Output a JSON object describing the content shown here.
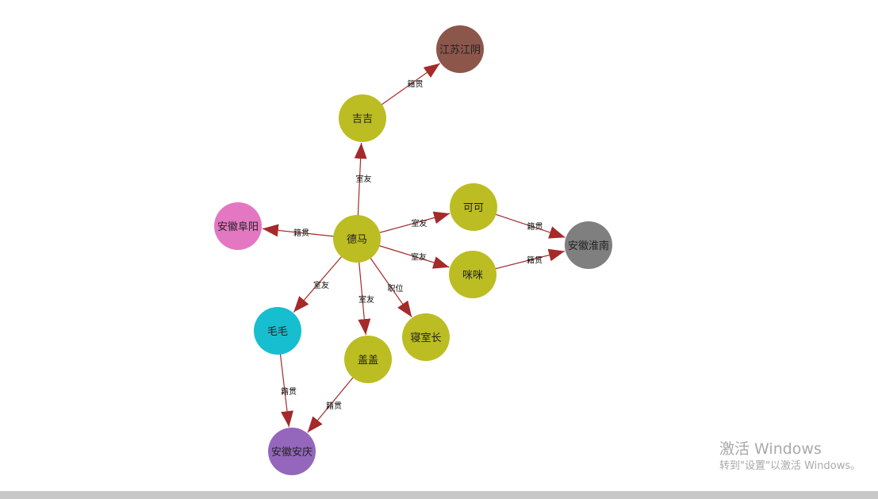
{
  "graph": {
    "edge_color": "#a52a2a",
    "nodes": [
      {
        "id": "jiangyin",
        "label": "江苏江阴",
        "color": "#8c564b"
      },
      {
        "id": "jiji",
        "label": "吉吉",
        "color": "#bcbd22"
      },
      {
        "id": "keke",
        "label": "可可",
        "color": "#bcbd22"
      },
      {
        "id": "huainan",
        "label": "安徽淮南",
        "color": "#7f7f7f"
      },
      {
        "id": "fuyang",
        "label": "安徽阜阳",
        "color": "#e377c2"
      },
      {
        "id": "dema",
        "label": "德马",
        "color": "#bcbd22"
      },
      {
        "id": "mimi",
        "label": "咪咪",
        "color": "#bcbd22"
      },
      {
        "id": "maomao",
        "label": "毛毛",
        "color": "#17becf"
      },
      {
        "id": "qinshizhang",
        "label": "寝室长",
        "color": "#bcbd22"
      },
      {
        "id": "gaigai",
        "label": "盖盖",
        "color": "#bcbd22"
      },
      {
        "id": "anqing",
        "label": "安徽安庆",
        "color": "#9467bd"
      }
    ],
    "edges": [
      {
        "source": "jiji",
        "target": "jiangyin",
        "label": "籍贯"
      },
      {
        "source": "dema",
        "target": "jiji",
        "label": "室友"
      },
      {
        "source": "dema",
        "target": "keke",
        "label": "室友"
      },
      {
        "source": "keke",
        "target": "huainan",
        "label": "籍贯"
      },
      {
        "source": "dema",
        "target": "fuyang",
        "label": "籍贯"
      },
      {
        "source": "dema",
        "target": "mimi",
        "label": "室友"
      },
      {
        "source": "mimi",
        "target": "huainan",
        "label": "籍贯"
      },
      {
        "source": "dema",
        "target": "maomao",
        "label": "室友"
      },
      {
        "source": "dema",
        "target": "gaigai",
        "label": "室友"
      },
      {
        "source": "dema",
        "target": "qinshizhang",
        "label": "职位"
      },
      {
        "source": "maomao",
        "target": "anqing",
        "label": "籍贯"
      },
      {
        "source": "gaigai",
        "target": "anqing",
        "label": "籍贯"
      }
    ]
  },
  "watermark": {
    "title": "激活 Windows",
    "subtitle": "转到\"设置\"以激活 Windows。"
  }
}
